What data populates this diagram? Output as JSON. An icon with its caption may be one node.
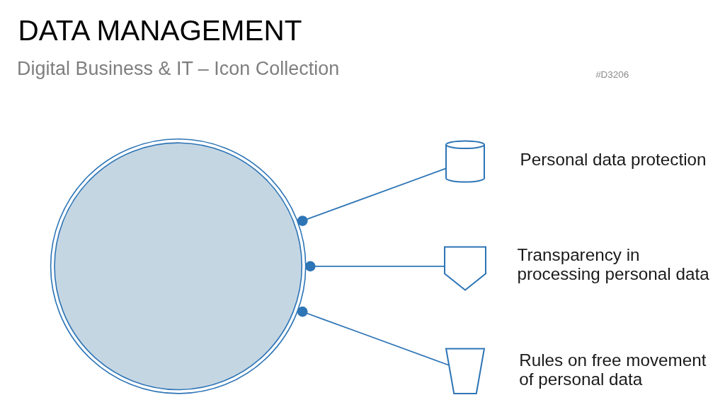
{
  "diagram": {
    "title": "DATA MANAGEMENT",
    "nodes": [
      {
        "text": [],
        "shape": "circle"
      },
      {
        "text": [],
        "shape": "cylinder",
        "beside": [
          "Personal data protection"
        ]
      },
      {
        "text": [],
        "shape": "shield",
        "beside": [
          "Transparency in processing personal data"
        ]
      },
      {
        "text": [],
        "shape": "bin",
        "beside": [
          "Rules on free movement of personal data"
        ]
      }
    ],
    "edges": [
      {
        "from": 0,
        "to": 1,
        "arrow": "other"
      },
      {
        "from": 0,
        "to": 2,
        "arrow": "other"
      },
      {
        "from": 0,
        "to": 3,
        "arrow": "other"
      }
    ],
    "labels": [
      "#D3206",
      "Digital Business & IT – Icon Collection"
    ]
  }
}
